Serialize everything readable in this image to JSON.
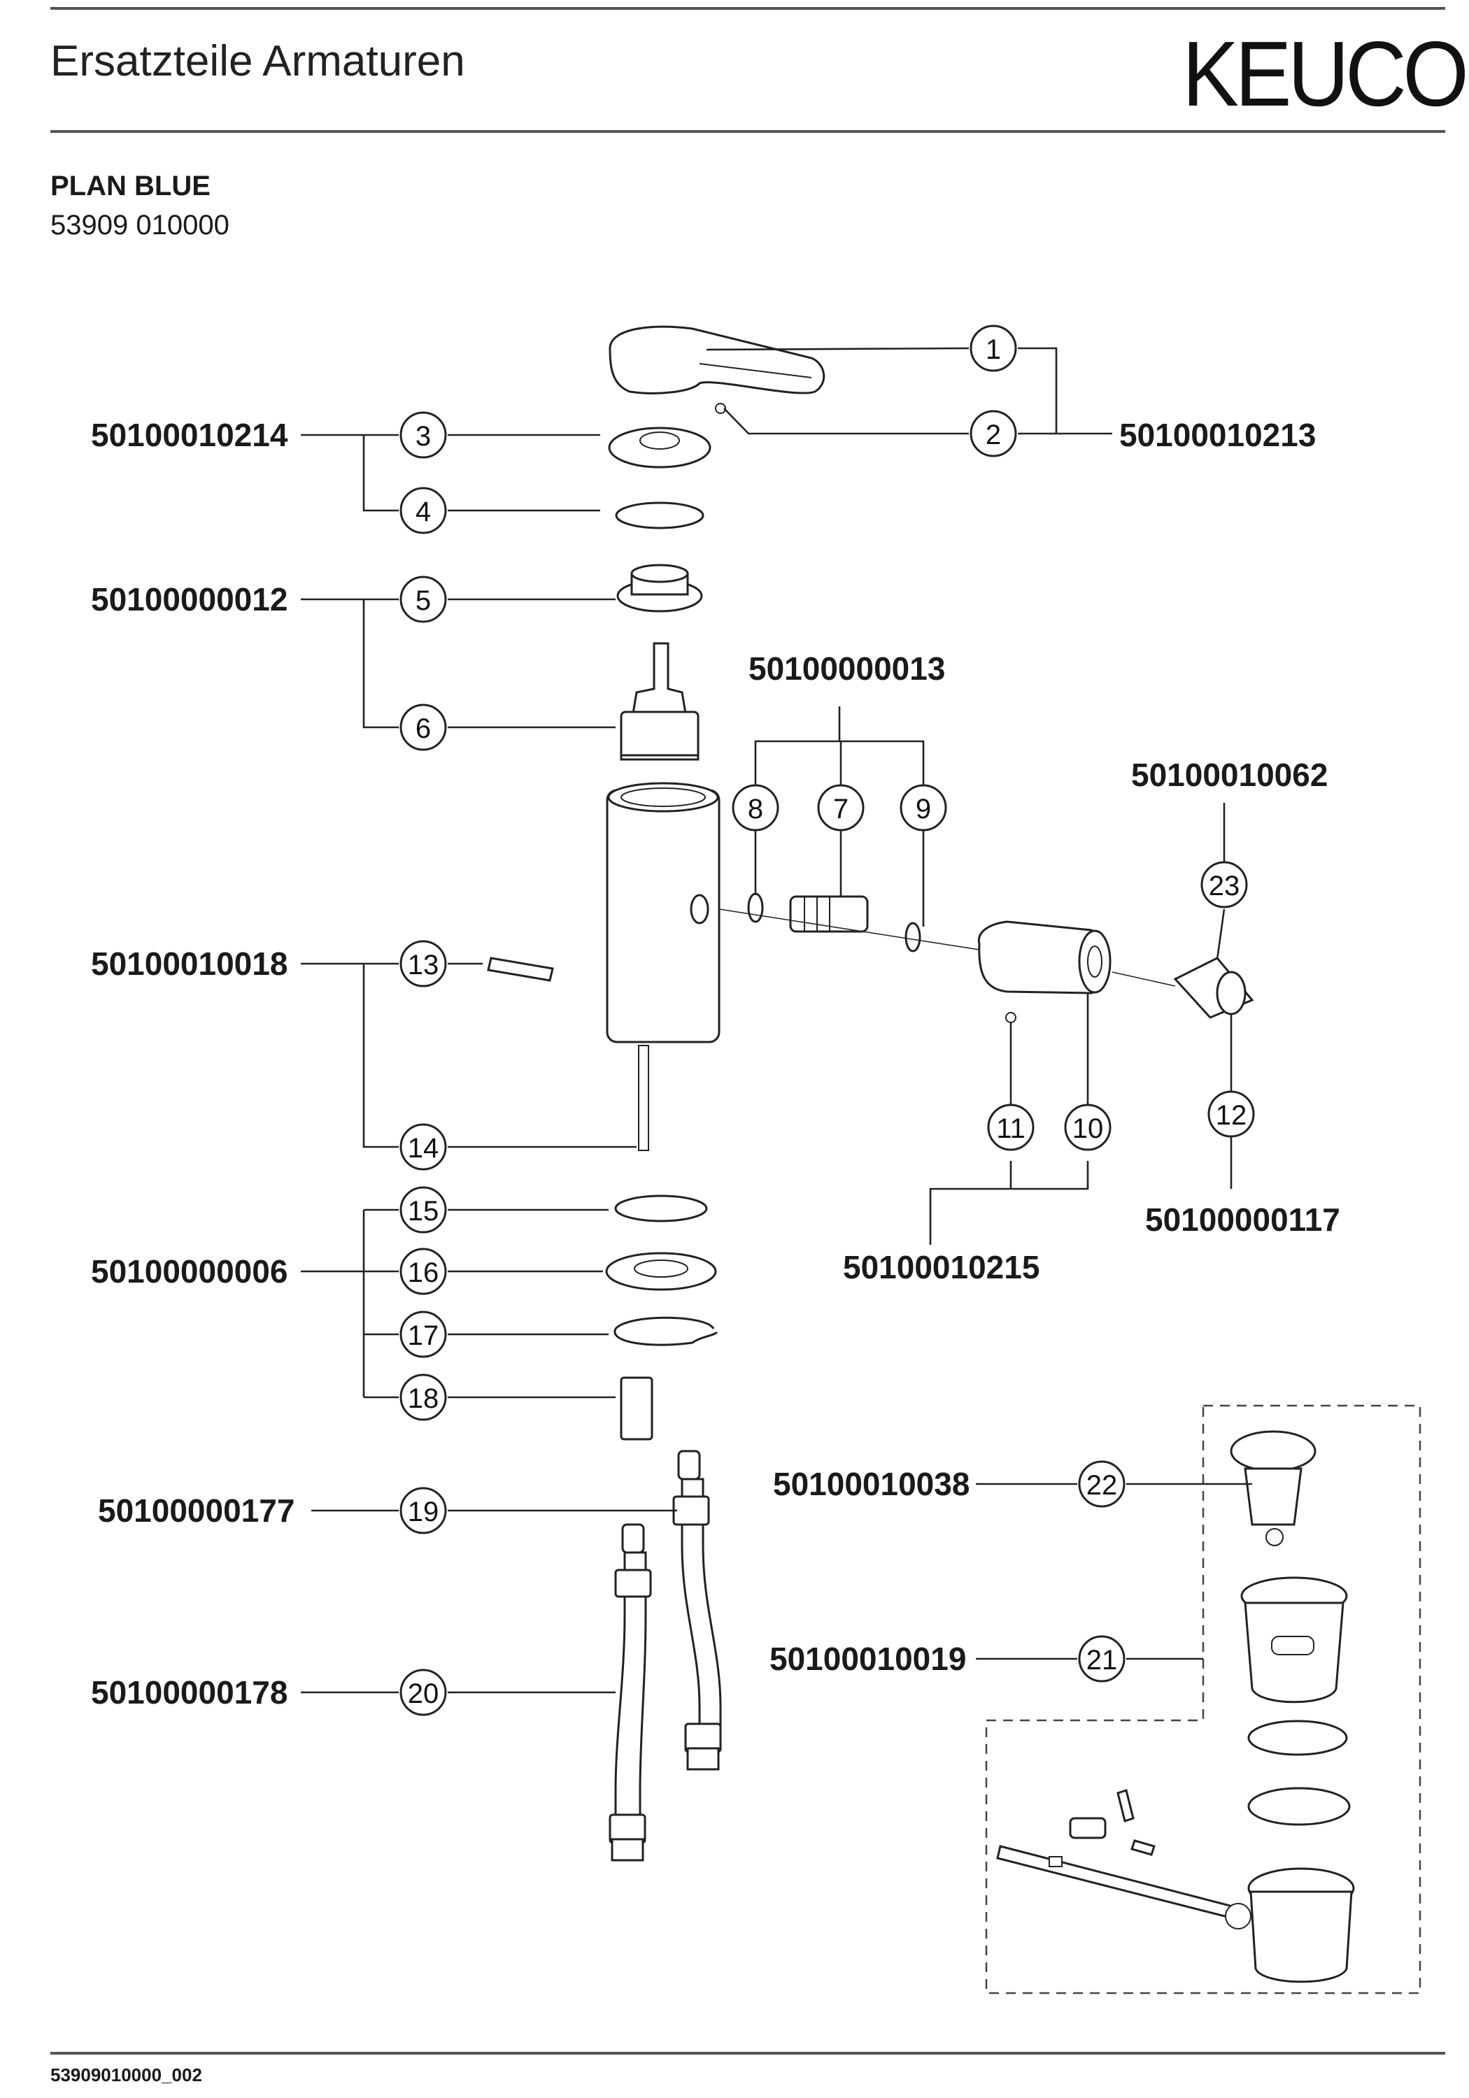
{
  "header": {
    "title": "Ersatzteile Armaturen",
    "brand": "KEUCO"
  },
  "product": {
    "name": "PLAN BLUE",
    "article_number": "53909 010000"
  },
  "footer": {
    "document_code": "53909010000_002"
  },
  "part_numbers": {
    "handle_set": "50100010213",
    "cover_set": "50100010214",
    "cartridge_set": "50100000012",
    "connector_set": "50100000013",
    "aerator_housing": "50100010062",
    "body_set": "50100010018",
    "spout_set": "50100010215",
    "aerator": "50100000117",
    "fixing_set": "50100000006",
    "hose_hot": "50100000177",
    "hose_cold": "50100000178",
    "drain_plug": "50100010038",
    "drain_valve": "50100010019"
  },
  "callouts": [
    "1",
    "2",
    "3",
    "4",
    "5",
    "6",
    "7",
    "8",
    "9",
    "10",
    "11",
    "12",
    "13",
    "14",
    "15",
    "16",
    "17",
    "18",
    "19",
    "20",
    "21",
    "22",
    "23"
  ]
}
